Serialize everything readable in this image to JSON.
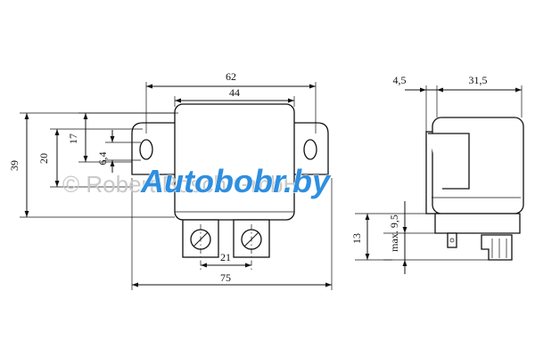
{
  "front_view": {
    "dim_overall_width": "62",
    "dim_body_width": "44",
    "dim_height": "39",
    "dim_mount_spacing": "20",
    "dim_mount_offset": "17",
    "dim_hole": "6,4",
    "dim_terminal_spacing": "21",
    "dim_base_width": "75"
  },
  "side_view": {
    "dim_flange": "4,5",
    "dim_depth": "31,5",
    "dim_max": "max. 9,5",
    "dim_connector": "13"
  },
  "watermark": {
    "copyright_text": "© Robert Bosch GmbH",
    "brand_text": "Autobobr.by"
  },
  "colors": {
    "line": "#111111",
    "brand": "#2f8fe0",
    "watermark_grey": "#c9c9c9"
  }
}
